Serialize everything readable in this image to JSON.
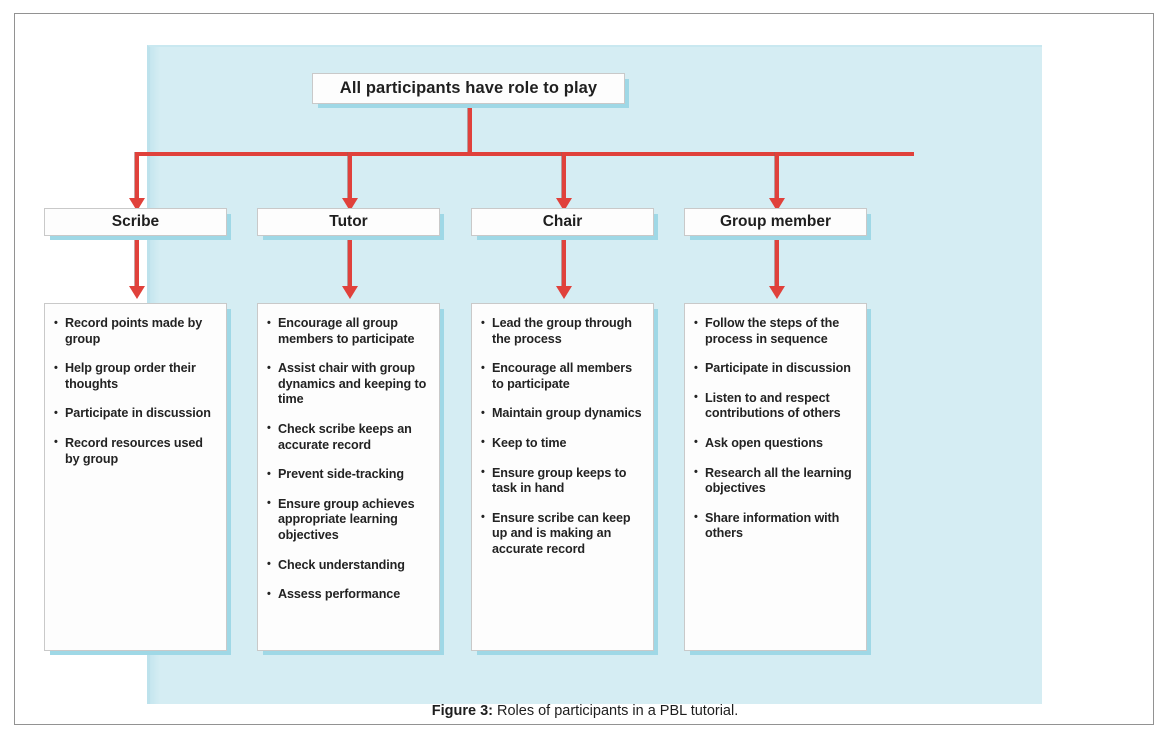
{
  "figure": {
    "caption_label": "Figure 3:",
    "caption_text": " Roles of participants in a PBL tutorial."
  },
  "colors": {
    "panel_background": "#d5edf3",
    "box_background": "#fdfdfd",
    "box_shadow": "#9fd8e6",
    "connector_red": "#e0413b",
    "frame_border": "#929292",
    "text": "#232323"
  },
  "diagram": {
    "type": "hierarchy-tree",
    "root": {
      "label": "All participants have role to play"
    },
    "columns": [
      {
        "role": "Scribe",
        "items": [
          "Record points made by group",
          "Help group order their thoughts",
          "Participate in discussion",
          "Record resources used by group"
        ]
      },
      {
        "role": "Tutor",
        "items": [
          "Encourage all group members to participate",
          "Assist chair with group dynamics and keeping to time",
          "Check scribe keeps an accurate record",
          "Prevent side-tracking",
          "Ensure group achieves appropriate learning objectives",
          "Check understanding",
          "Assess performance"
        ]
      },
      {
        "role": "Chair",
        "items": [
          "Lead the group through the process",
          "Encourage all members to participate",
          "Maintain group dynamics",
          "Keep to time",
          "Ensure group keeps to task in hand",
          "Ensure scribe can keep up and is making an accurate record"
        ]
      },
      {
        "role": "Group member",
        "items": [
          "Follow the steps of the process in sequence",
          "Participate in discussion",
          "Listen to and respect contributions of others",
          "Ask open questions",
          "Research all the learning objectives",
          "Share information with others"
        ]
      }
    ]
  }
}
